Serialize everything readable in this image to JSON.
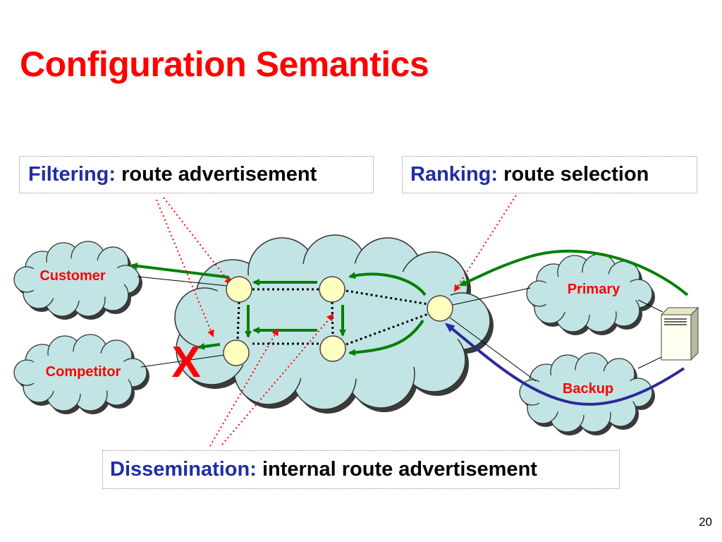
{
  "title": "Configuration Semantics",
  "filtering": {
    "keyword": "Filtering:",
    "text": "route advertisement"
  },
  "ranking": {
    "keyword": "Ranking:",
    "text": "route selection"
  },
  "dissemination": {
    "keyword": "Dissemination:",
    "text": "internal route advertisement"
  },
  "clouds": {
    "customer": "Customer",
    "competitor": "Competitor",
    "primary": "Primary",
    "backup": "Backup"
  },
  "blocked_mark": "X",
  "page_number": "20",
  "colors": {
    "title": "#ff0000",
    "keyword": "#1f2ea3",
    "cloud_fill": "#c3e4e4",
    "router_fill": "#ffffc0",
    "advertise_arrow": "#008000",
    "backup_arrow": "#2a2a9a",
    "pointer": "#ff0000"
  }
}
